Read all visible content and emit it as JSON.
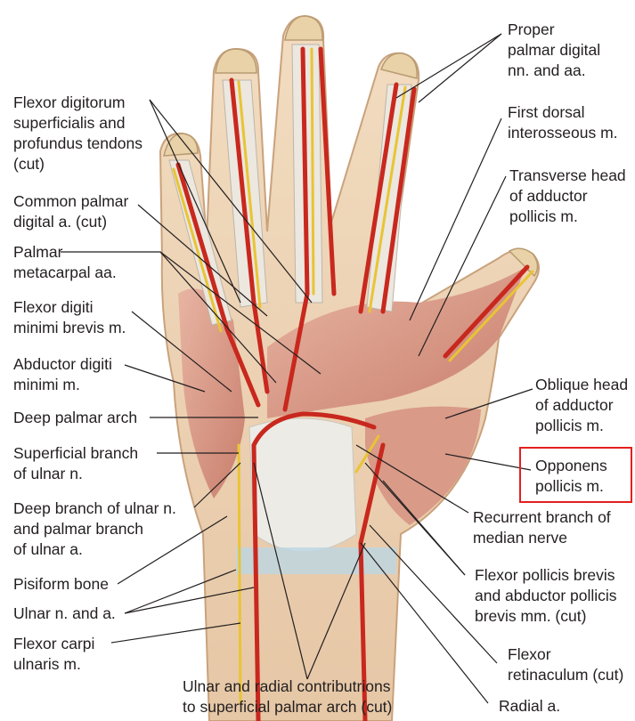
{
  "figure": {
    "highlight_color": "#e32020",
    "labels_left": [
      {
        "id": "fds-fdp",
        "lines": [
          "Flexor digitorum",
          "superficialis and",
          "profundus tendons",
          "(cut)"
        ]
      },
      {
        "id": "common-palmar-digital",
        "lines": [
          "Common palmar",
          "digital a. (cut)"
        ]
      },
      {
        "id": "palmar-metacarpal",
        "lines": [
          "Palmar",
          "metacarpal aa."
        ]
      },
      {
        "id": "fdmb",
        "lines": [
          "Flexor digiti",
          "minimi brevis m."
        ]
      },
      {
        "id": "adm",
        "lines": [
          "Abductor digiti",
          "minimi m."
        ]
      },
      {
        "id": "deep-arch",
        "lines": [
          "Deep palmar arch"
        ]
      },
      {
        "id": "superficial-ulnar",
        "lines": [
          "Superficial branch",
          "of ulnar n."
        ]
      },
      {
        "id": "deep-ulnar",
        "lines": [
          "Deep branch of ulnar n.",
          "and palmar branch",
          "of ulnar a."
        ]
      },
      {
        "id": "pisiform",
        "lines": [
          "Pisiform bone"
        ]
      },
      {
        "id": "ulnar-na",
        "lines": [
          "Ulnar n. and a."
        ]
      },
      {
        "id": "fcu",
        "lines": [
          "Flexor carpi",
          "ulnaris m."
        ]
      }
    ],
    "labels_right": [
      {
        "id": "proper-digital",
        "lines": [
          "Proper",
          "palmar digital",
          "nn. and aa."
        ]
      },
      {
        "id": "first-dorsal",
        "lines": [
          "First dorsal",
          "interosseous m."
        ]
      },
      {
        "id": "transverse-add",
        "lines": [
          "Transverse head",
          "of adductor",
          "pollicis m."
        ]
      },
      {
        "id": "oblique-add",
        "lines": [
          "Oblique head",
          "of adductor",
          "pollicis m."
        ]
      },
      {
        "id": "opponens",
        "lines": [
          "Opponens",
          "pollicis m."
        ],
        "highlighted": true
      },
      {
        "id": "recurrent",
        "lines": [
          "Recurrent branch of",
          "median nerve"
        ]
      },
      {
        "id": "fpb-apb",
        "lines": [
          "Flexor pollicis brevis",
          "and abductor pollicis",
          "brevis mm. (cut)"
        ]
      },
      {
        "id": "retinaculum",
        "lines": [
          "Flexor",
          "retinaculum (cut)"
        ]
      },
      {
        "id": "radial",
        "lines": [
          "Radial a."
        ]
      }
    ],
    "label_bottom": {
      "id": "contrib",
      "lines": [
        "Ulnar and radial contributrions",
        "to superficial palmar arch (cut)"
      ]
    }
  }
}
